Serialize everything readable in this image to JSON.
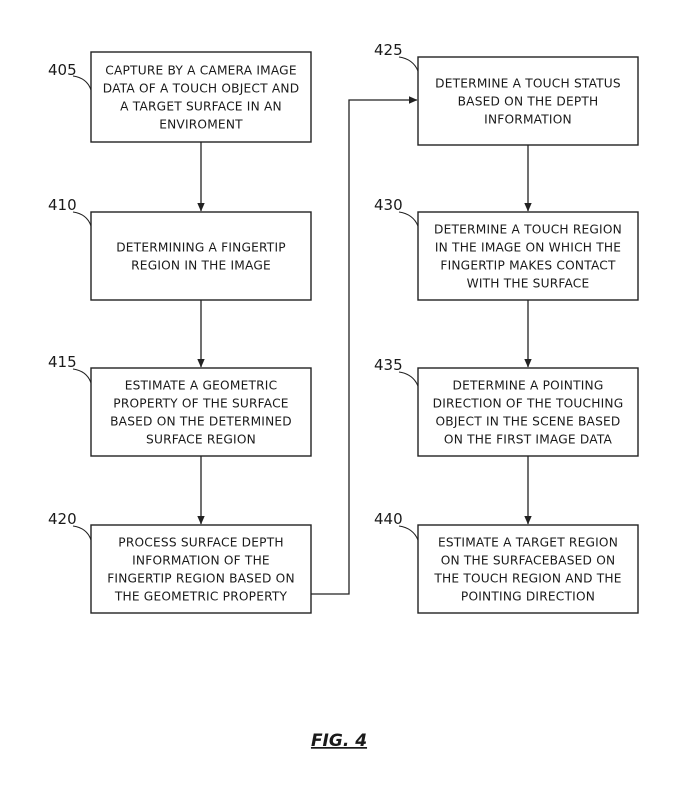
{
  "figure": {
    "caption": "FIG. 4",
    "steps": [
      {
        "ref": "405",
        "lines": [
          "CAPTURE BY A CAMERA IMAGE",
          "DATA OF A TOUCH OBJECT AND",
          "A TARGET SURFACE IN AN",
          "ENVIROMENT"
        ]
      },
      {
        "ref": "410",
        "lines": [
          "DETERMINING A FINGERTIP",
          "REGION IN THE IMAGE"
        ]
      },
      {
        "ref": "415",
        "lines": [
          "ESTIMATE A GEOMETRIC",
          "PROPERTY OF THE SURFACE",
          "BASED ON THE DETERMINED",
          "SURFACE REGION"
        ]
      },
      {
        "ref": "420",
        "lines": [
          "PROCESS SURFACE DEPTH",
          "INFORMATION OF THE",
          "FINGERTIP REGION BASED ON",
          "THE GEOMETRIC PROPERTY"
        ]
      },
      {
        "ref": "425",
        "lines": [
          "DETERMINE A TOUCH STATUS",
          "BASED ON THE DEPTH",
          "INFORMATION"
        ]
      },
      {
        "ref": "430",
        "lines": [
          "DETERMINE A TOUCH REGION",
          "IN THE IMAGE ON WHICH THE",
          "FINGERTIP MAKES CONTACT",
          "WITH THE SURFACE"
        ]
      },
      {
        "ref": "435",
        "lines": [
          "DETERMINE A POINTING",
          "DIRECTION OF THE TOUCHING",
          "OBJECT IN THE SCENE BASED",
          "ON THE FIRST IMAGE DATA"
        ]
      },
      {
        "ref": "440",
        "lines": [
          "ESTIMATE A TARGET REGION",
          "ON THE SURFACEBASED ON",
          "THE TOUCH REGION AND THE",
          "POINTING DIRECTION"
        ]
      }
    ]
  }
}
